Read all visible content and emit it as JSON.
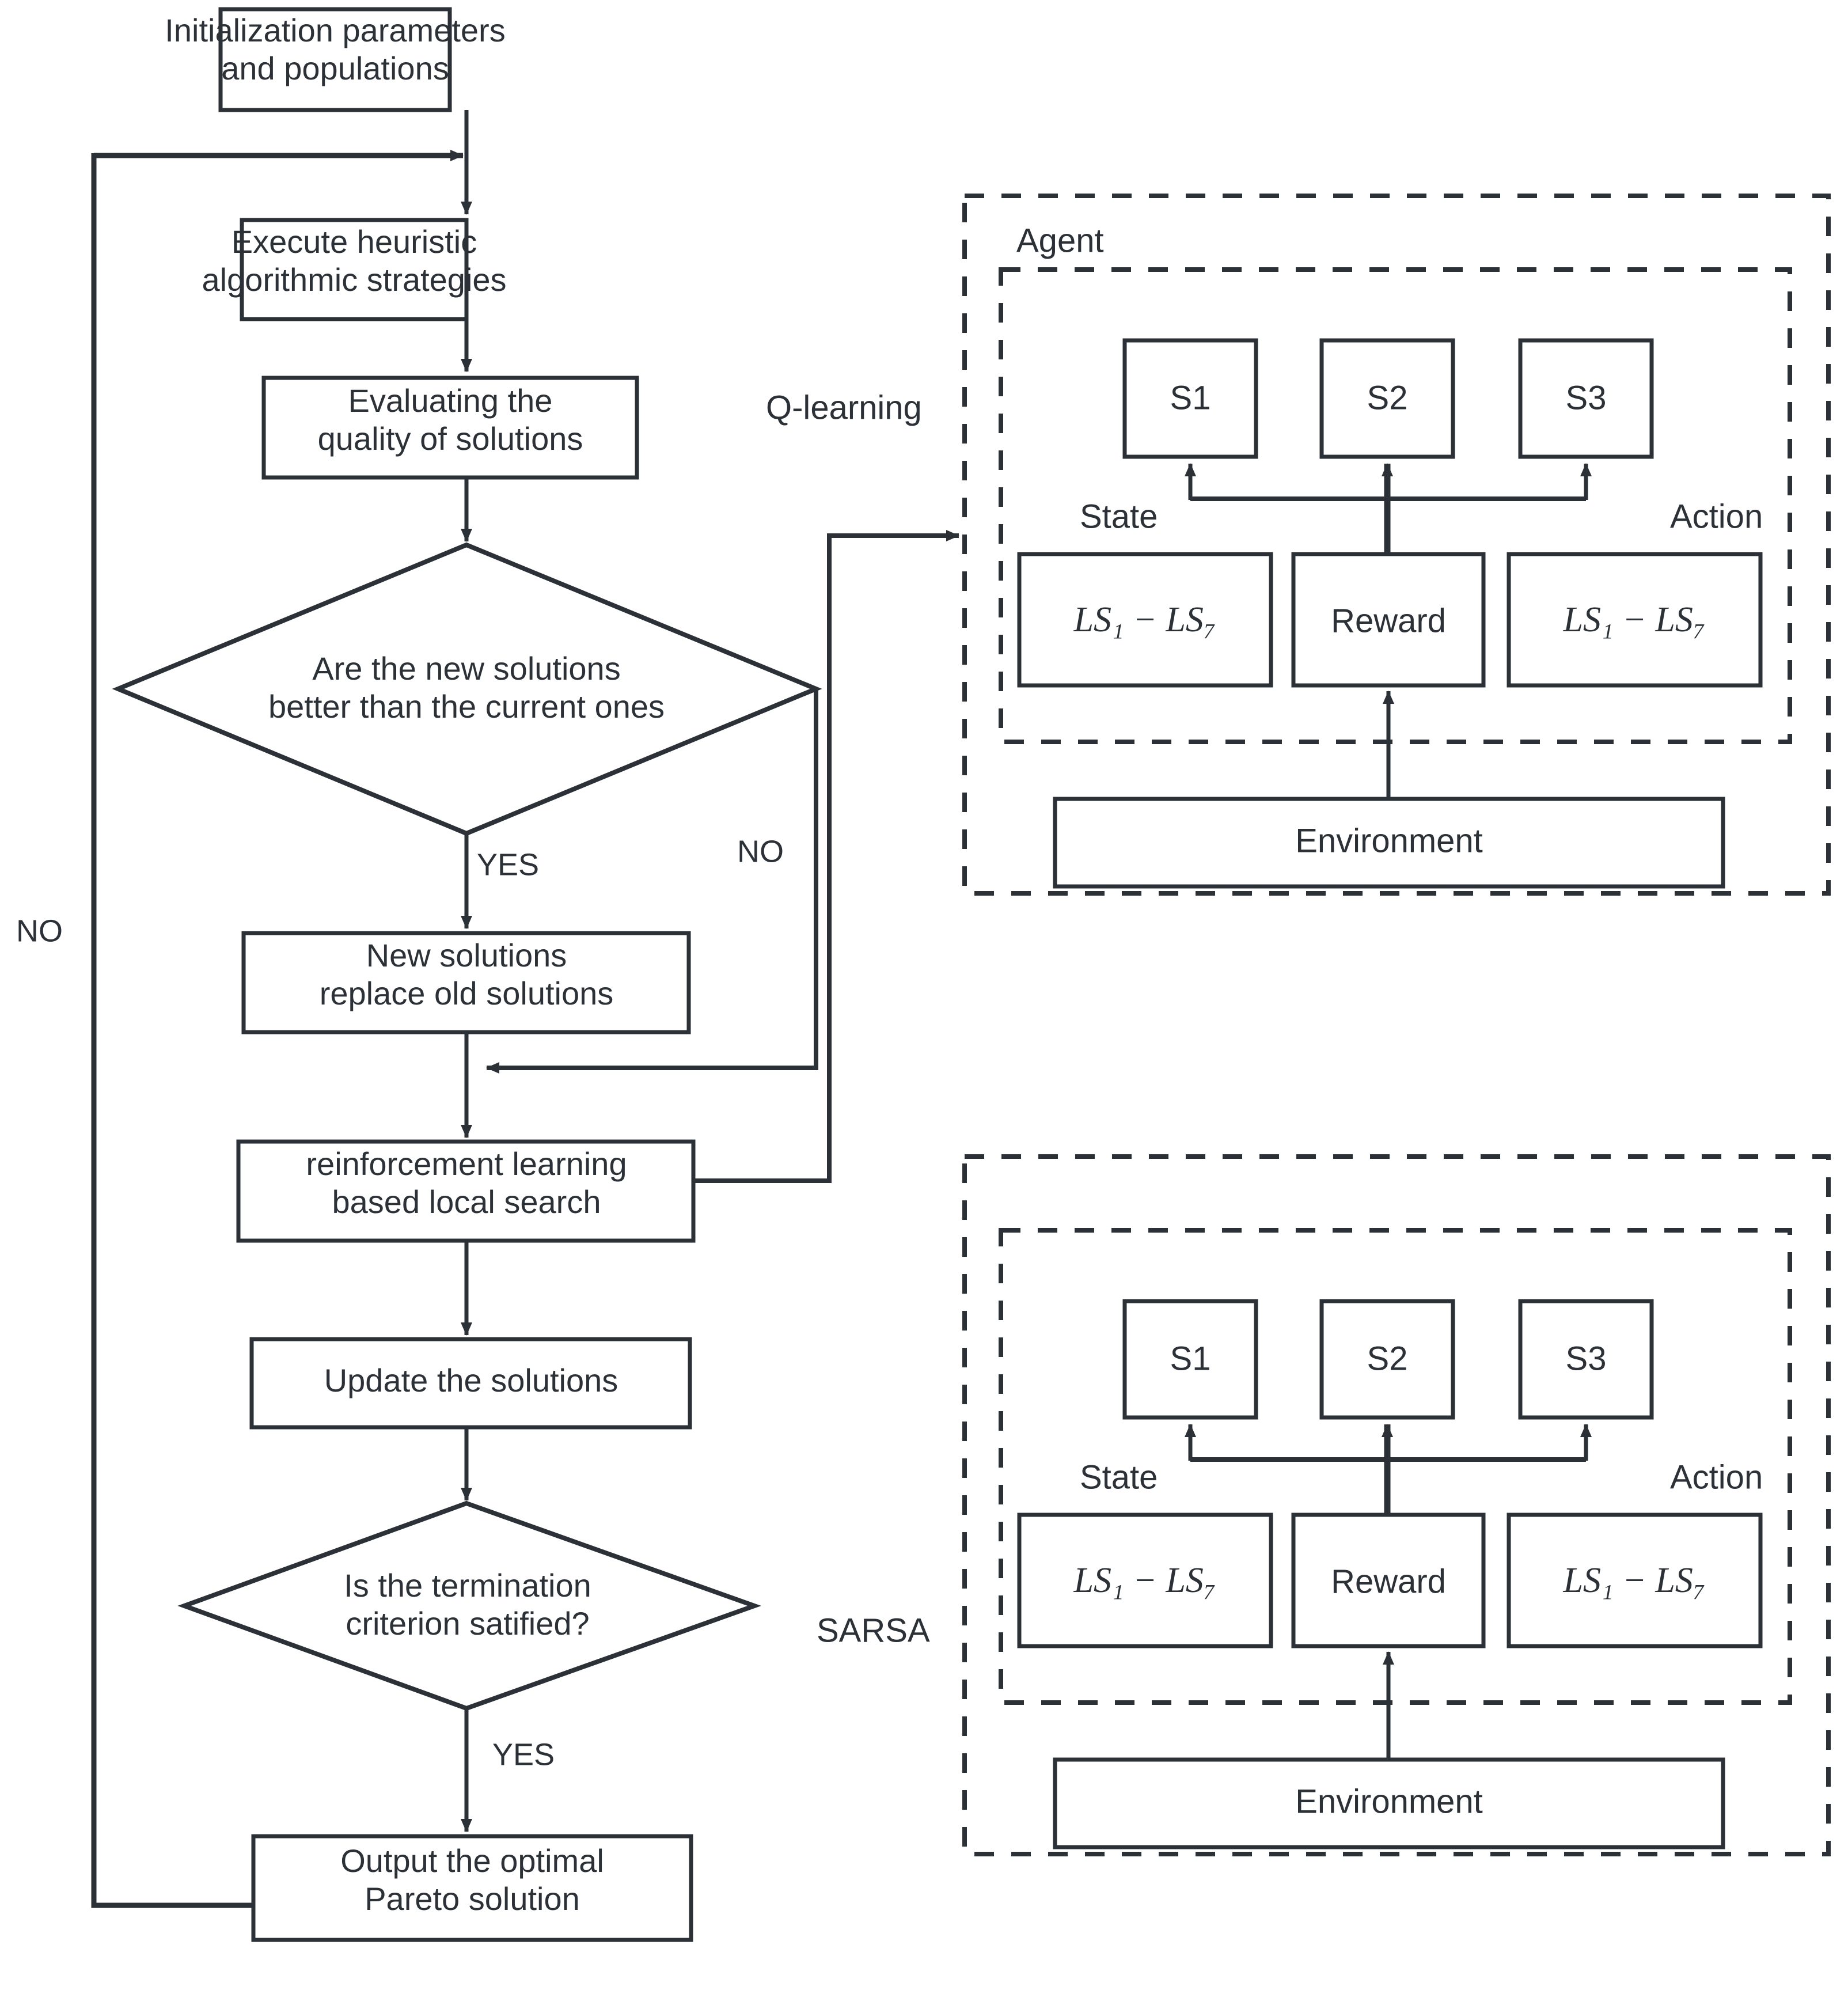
{
  "diagram": {
    "title": "Reinforcement learning based multi-objective algorithm flowchart",
    "colors": {
      "stroke": "#2b3137",
      "background": "#ffffff",
      "text": "#2b3137"
    },
    "flowchart": {
      "nodes": [
        {
          "id": "init",
          "shape": "process",
          "lines": [
            "Initialization parameters",
            "and populations"
          ]
        },
        {
          "id": "heuristic",
          "shape": "process",
          "lines": [
            "Execute heuristic",
            "algorithmic strategies"
          ]
        },
        {
          "id": "evaluate",
          "shape": "process",
          "lines": [
            "Evaluating the",
            "quality of solutions"
          ]
        },
        {
          "id": "compare",
          "shape": "decision",
          "lines": [
            "Are the new solutions",
            "better than the current ones"
          ]
        },
        {
          "id": "replace",
          "shape": "process",
          "lines": [
            "New solutions",
            "replace old solutions"
          ]
        },
        {
          "id": "rl",
          "shape": "process",
          "lines": [
            "reinforcement learning",
            "based local search"
          ]
        },
        {
          "id": "update",
          "shape": "process",
          "lines": [
            "Update the solutions"
          ]
        },
        {
          "id": "terminate",
          "shape": "decision",
          "lines": [
            "Is the termination",
            "criterion satified?"
          ]
        },
        {
          "id": "output",
          "shape": "process",
          "lines": [
            "Output the optimal",
            "Pareto solution"
          ]
        }
      ],
      "edge_labels": {
        "compare_yes": "YES",
        "compare_no": "NO",
        "terminate_yes": "YES",
        "terminate_no": "NO"
      }
    },
    "panels": [
      {
        "id": "qlearning",
        "side_label": "Q-learning",
        "agent_label": "Agent",
        "state_label": "State",
        "action_label": "Action",
        "states": [
          "S1",
          "S2",
          "S3"
        ],
        "state_set": "LS₁ − LS₇",
        "reward_label": "Reward",
        "action_set": "LS₁ − LS₇",
        "environment_label": "Environment"
      },
      {
        "id": "sarsa",
        "side_label": "SARSA",
        "agent_label": "",
        "state_label": "State",
        "action_label": "Action",
        "states": [
          "S1",
          "S2",
          "S3"
        ],
        "state_set": "LS₁ − LS₇",
        "reward_label": "Reward",
        "action_set": "LS₁ − LS₇",
        "environment_label": "Environment"
      }
    ],
    "math": {
      "ls_prefix": "LS",
      "ls_first_sub": "1",
      "ls_dash": "−",
      "ls_last_sub": "7"
    }
  }
}
